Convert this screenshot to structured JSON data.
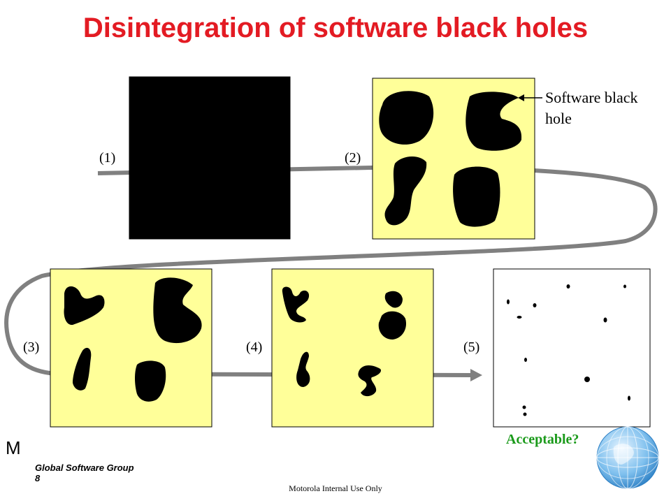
{
  "title": "Disintegration of software black holes",
  "stages": [
    {
      "label": "(1)"
    },
    {
      "label": "(2)"
    },
    {
      "label": "(3)"
    },
    {
      "label": "(4)"
    },
    {
      "label": "(5)"
    }
  ],
  "callout": {
    "line1": "Software black",
    "line2": "hole"
  },
  "acceptable": "Acceptable?",
  "logo_letter": "M",
  "group_name": "Global Software Group",
  "slide_number": "8",
  "footer": "Motorola Internal Use Only",
  "colors": {
    "title": "#e31b23",
    "panel_fill": "#ffff99",
    "blob": "#000000",
    "connector": "#808080",
    "acceptable": "#1a9a1a"
  },
  "icons": [
    "globe-icon",
    "arrow-head-icon"
  ]
}
